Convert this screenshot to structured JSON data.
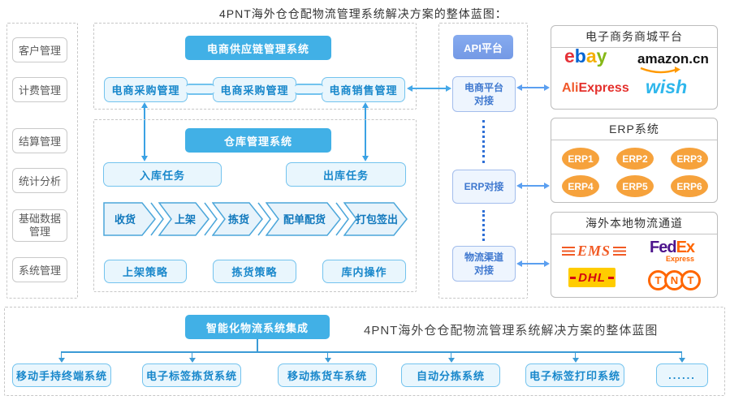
{
  "title": "4PNT海外仓仓配物流管理系统解决方案的整体蓝图：",
  "sidebar": {
    "items": [
      "客户管理",
      "计费管理",
      "结算管理",
      "统计分析",
      "基础数据管理",
      "系统管理"
    ]
  },
  "supply_chain": {
    "header": "电商供应链管理系统",
    "purchase1": "电商采购管理",
    "purchase2": "电商采购管理",
    "sales": "电商销售管理"
  },
  "warehouse": {
    "header": "仓库管理系统",
    "inbound": "入库任务",
    "outbound": "出库任务",
    "steps": [
      "收货",
      "上架",
      "拣货",
      "配单配货",
      "打包签出"
    ],
    "strategies": [
      "上架策略",
      "拣货策略",
      "库内操作"
    ]
  },
  "api": {
    "header": "API平台",
    "platform_dock": "电商平台对接",
    "erp_dock": "ERP对接",
    "logistics_dock": "物流渠道对接"
  },
  "mall_panel": {
    "title": "电子商务商城平台",
    "ebay": {
      "l1": "e",
      "l2": "b",
      "l3": "a",
      "l4": "y"
    },
    "amazon": "amazon.cn",
    "aliexpress": {
      "part1": "Ali",
      "part2": "Express"
    },
    "wish": "wish"
  },
  "erp_panel": {
    "title": "ERP系统",
    "items": [
      "ERP1",
      "ERP2",
      "ERP3",
      "ERP4",
      "ERP5",
      "ERP6"
    ]
  },
  "logistics_panel": {
    "title": "海外本地物流通道",
    "ems": "EMS",
    "fedex": {
      "fed": "Fed",
      "ex": "Ex",
      "express": "Express"
    },
    "dhl": "DHL",
    "tnt": {
      "t1": "T",
      "n": "N",
      "t2": "T"
    }
  },
  "bottom": {
    "header": "智能化物流系统集成",
    "caption": "4PNT海外仓仓配物流管理系统解决方案的整体蓝图",
    "boxes": [
      "移动手持终端系统",
      "电子标签拣货系统",
      "移动拣货车系统",
      "自动分拣系统",
      "电子标签打印系统",
      "......"
    ]
  },
  "colors": {
    "sky_blue": "#41b0e6",
    "api_blue": "#7da3eb",
    "light_box_border": "#73c3ee",
    "light_box_bg": "#e9f6fd",
    "erp_orange": "#f6a23c",
    "arrow_blue": "#45a8e8",
    "dot_blue": "#2e6fd6"
  }
}
